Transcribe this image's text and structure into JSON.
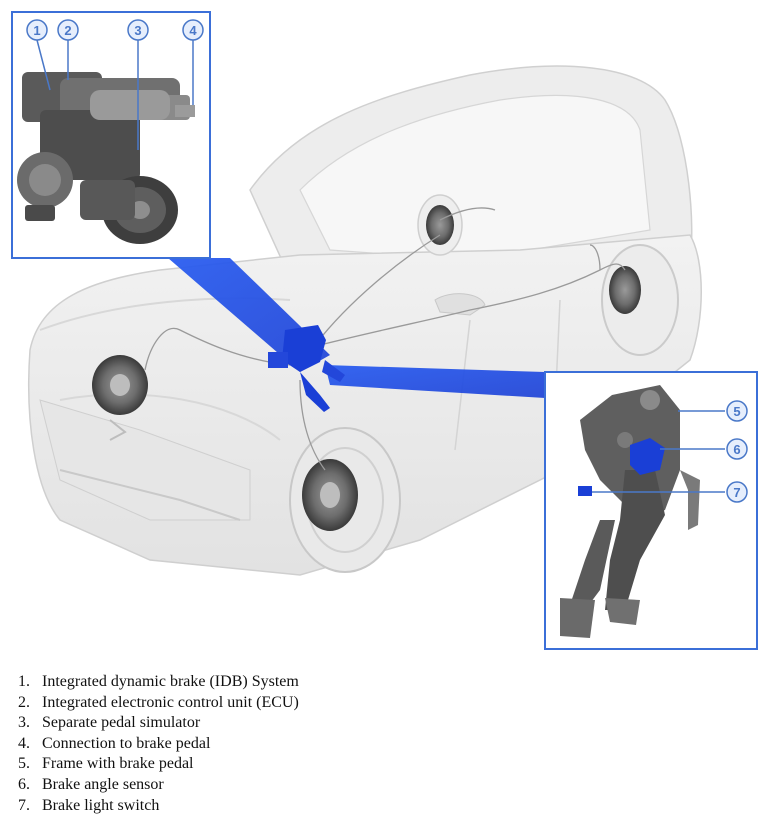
{
  "callouts": {
    "c1": "1",
    "c2": "2",
    "c3": "3",
    "c4": "4",
    "c5": "5",
    "c6": "6",
    "c7": "7"
  },
  "legend": [
    {
      "num": "1.",
      "text": "Integrated dynamic brake (IDB) System"
    },
    {
      "num": "2.",
      "text": "Integrated electronic control unit (ECU)"
    },
    {
      "num": "3.",
      "text": "Separate pedal simulator"
    },
    {
      "num": "4.",
      "text": "Connection to brake pedal"
    },
    {
      "num": "5.",
      "text": "Frame with brake pedal"
    },
    {
      "num": "6.",
      "text": "Brake angle sensor"
    },
    {
      "num": "7.",
      "text": "Brake light switch"
    }
  ],
  "colors": {
    "highlight_blue": "#1a3fd6",
    "frame_blue": "#3b6fd8",
    "callout_blue": "#4a78c8"
  }
}
